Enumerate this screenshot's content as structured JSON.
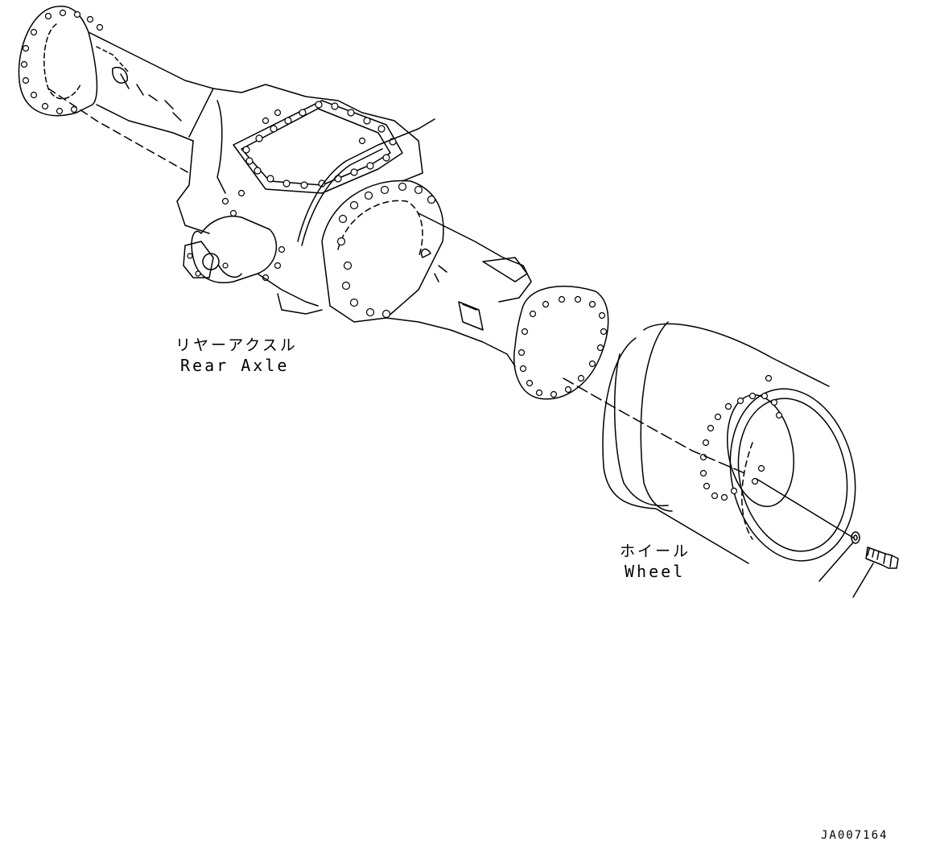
{
  "labels": {
    "rear_axle_jp": "リヤーアクスル",
    "rear_axle_en": "Rear Axle",
    "wheel_jp": "ホイール",
    "wheel_en": "Wheel"
  },
  "drawing_code": "JA007164",
  "colors": {
    "line": "#000000",
    "background": "#ffffff"
  }
}
